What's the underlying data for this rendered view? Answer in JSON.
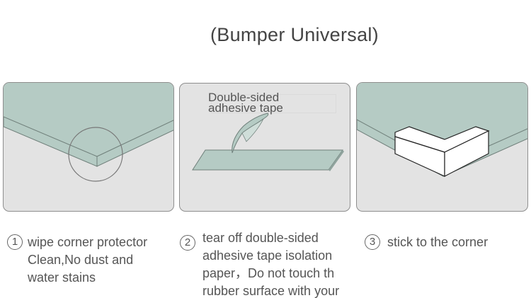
{
  "title": "(Bumper Universal)",
  "panels": {
    "tape_label_line1": "Double-sided",
    "tape_label_line2": "adhesive tape"
  },
  "steps": [
    {
      "number": "1",
      "lines": [
        "wipe corner protector",
        "Clean,No dust and",
        "water stains"
      ]
    },
    {
      "number": "2",
      "lines": [
        "tear off double-sided",
        "adhesive tape isolation",
        "paper，Do not touch th",
        "rubber surface with your"
      ]
    },
    {
      "number": "3",
      "lines": [
        "stick to the corner"
      ]
    }
  ],
  "colors": {
    "table_top": "#b5cbc4",
    "panel_bg": "#e3e3e3",
    "protector": "#ffffff"
  }
}
